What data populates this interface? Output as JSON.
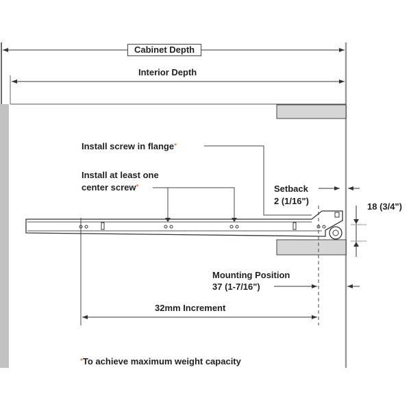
{
  "diagram": {
    "title": "Drawer slide mounting diagram",
    "colors": {
      "line": "#333333",
      "wall": "#b9b9b9",
      "panel_fill": "#d6d6d6",
      "asterisk": "#d9804a"
    },
    "dimensions": {
      "cabinet_depth": "Cabinet Depth",
      "interior_depth": "Interior Depth",
      "increment": "32mm Increment"
    },
    "callouts": {
      "flange_screw": "Install screw in flange",
      "center_screw_line1": "Install at least one",
      "center_screw_line2": "center screw",
      "asterisk": "*",
      "setback_label": "Setback",
      "setback_value": "2 (1/16\")",
      "height_value": "18 (3/4\")",
      "mounting_label": "Mounting Position",
      "mounting_value": "37 (1-7/16\")"
    },
    "footnote": {
      "asterisk": "*",
      "text": "To achieve maximum weight capacity"
    }
  }
}
